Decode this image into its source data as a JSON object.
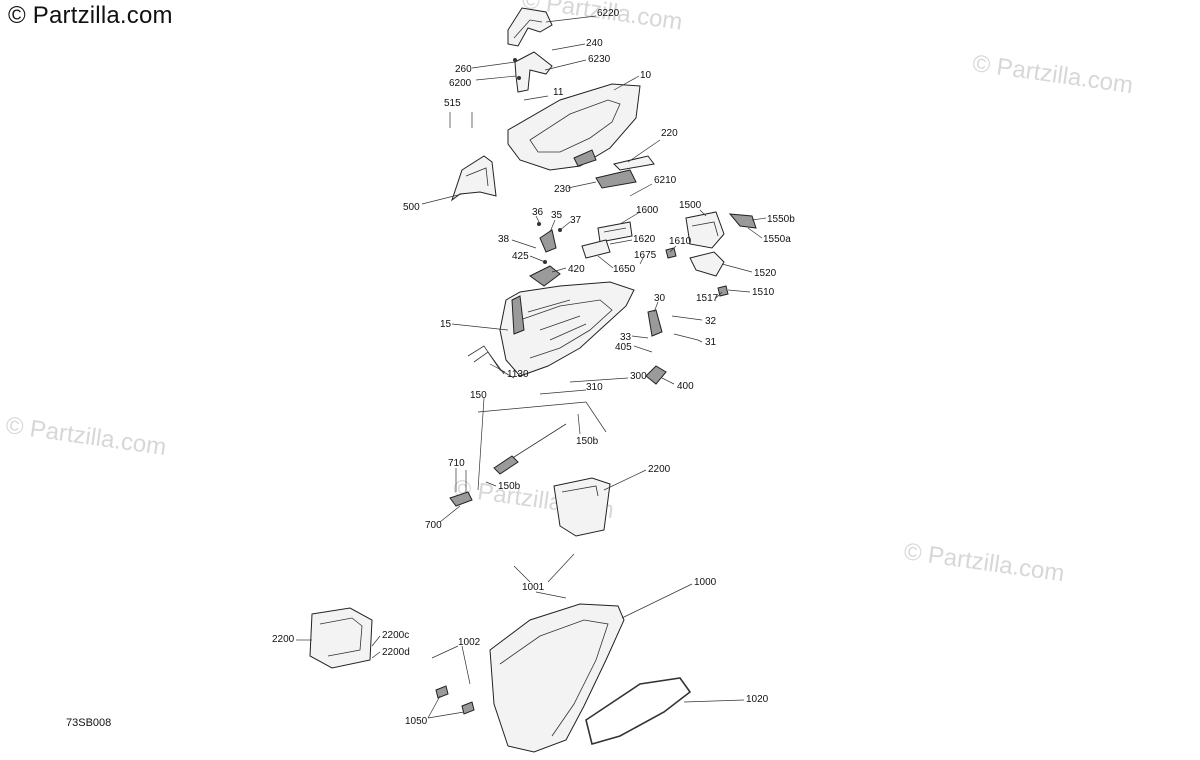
{
  "copyright": "© Partzilla.com",
  "watermark": "© Partzilla.com",
  "diagram_code": "73SB008",
  "callouts": [
    "6220",
    "240",
    "260",
    "6230",
    "6200",
    "10",
    "11",
    "515",
    "220",
    "230",
    "6210",
    "500",
    "36",
    "35",
    "37",
    "1600",
    "1500",
    "1550b",
    "1550a",
    "38",
    "1620",
    "1610",
    "425",
    "1675",
    "420",
    "1650",
    "1520",
    "1517",
    "1510",
    "30",
    "15",
    "32",
    "33",
    "31",
    "405",
    "1130",
    "300",
    "400",
    "310",
    "150",
    "150b",
    "150b",
    "710",
    "2200",
    "700",
    "1001",
    "1000",
    "2200",
    "2200c",
    "2200d",
    "1002",
    "1020",
    "1050"
  ]
}
